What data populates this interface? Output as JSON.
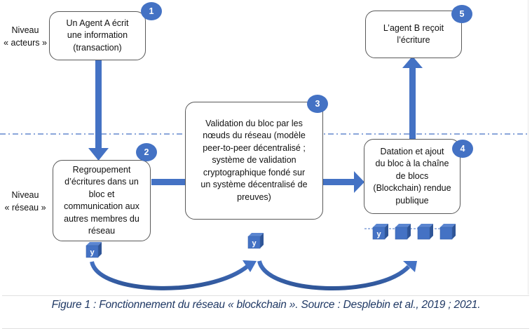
{
  "levels": {
    "actors": [
      "Niveau",
      "« acteurs »"
    ],
    "network": [
      "Niveau",
      "« réseau »"
    ]
  },
  "steps": [
    {
      "number": "1",
      "lines": [
        "Un Agent A écrit",
        "une information",
        "(transaction)"
      ]
    },
    {
      "number": "2",
      "lines": [
        "Regroupement",
        "d’écritures dans un",
        "bloc et",
        "communication aux",
        "autres membres du",
        "réseau"
      ]
    },
    {
      "number": "3",
      "lines": [
        "Validation du bloc par les",
        "nœuds du réseau (modèle",
        "peer-to-peer décentralisé ;",
        "système de validation",
        "cryptographique fondé sur",
        "un système décentralisé de",
        "preuves)"
      ]
    },
    {
      "number": "4",
      "lines": [
        "Datation et ajout",
        "du bloc à la chaîne",
        "de blocs",
        "(Blockchain) rendue",
        "publique"
      ]
    },
    {
      "number": "5",
      "lines": [
        "L’agent B reçoit",
        "l’écriture"
      ]
    }
  ],
  "block_label": "y",
  "chain_block_count": 4,
  "caption": "Figure 1 : Fonctionnement du réseau « blockchain ». Source : Desplebin et al., 2019 ; 2021.",
  "colors": {
    "accent": "#4472c4",
    "accent_dark": "#2f5597",
    "caption": "#1f3864",
    "box_border": "#595959"
  }
}
